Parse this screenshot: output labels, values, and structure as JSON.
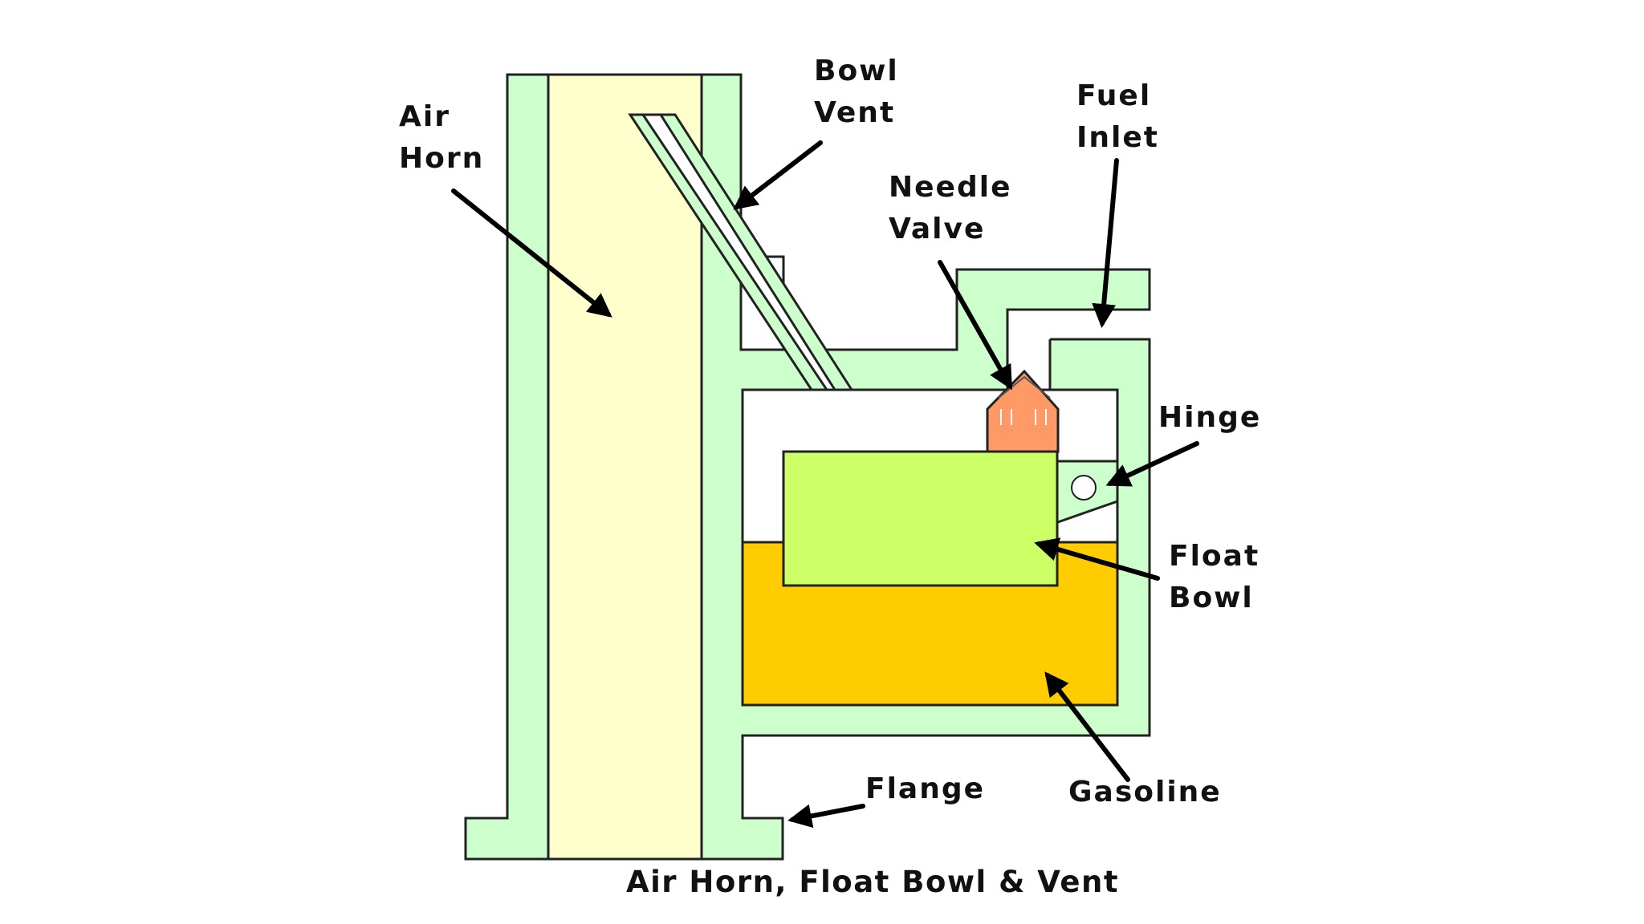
{
  "labels": {
    "air_horn": [
      "Air",
      "Horn"
    ],
    "bowl_vent": [
      "Bowl",
      "Vent"
    ],
    "fuel_inlet": [
      "Fuel",
      "Inlet"
    ],
    "needle_valve": [
      "Needle",
      "Valve"
    ],
    "hinge": "Hinge",
    "float_bowl": [
      "Float",
      "Bowl"
    ],
    "flange": "Flange",
    "gasoline": "Gasoline"
  },
  "caption": "Air Horn, Float Bowl & Vent",
  "colors": {
    "body": "#ccffcc",
    "air_horn_bore": "#ffffcc",
    "float": "#ccff66",
    "gasoline": "#ffcc00",
    "needle_valve": "#ff9966",
    "outline": "#222222",
    "text": "#111111"
  }
}
